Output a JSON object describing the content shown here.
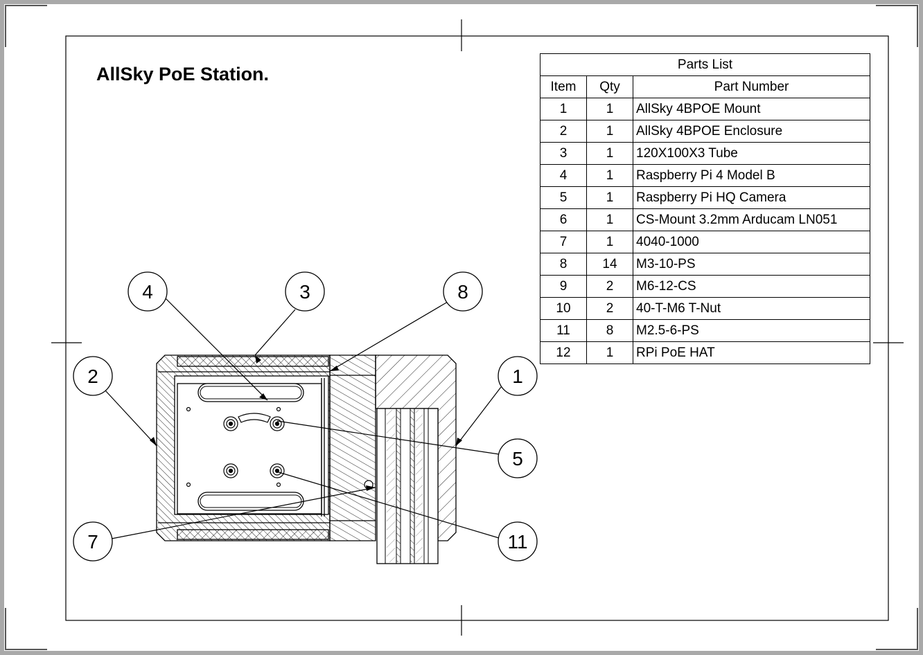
{
  "title": "AllSky PoE Station.",
  "parts_list": {
    "caption": "Parts List",
    "headers": {
      "item": "Item",
      "qty": "Qty",
      "part": "Part Number"
    },
    "rows": [
      {
        "item": "1",
        "qty": "1",
        "part": "AllSky 4BPOE Mount"
      },
      {
        "item": "2",
        "qty": "1",
        "part": "AllSky 4BPOE Enclosure"
      },
      {
        "item": "3",
        "qty": "1",
        "part": "120X100X3 Tube"
      },
      {
        "item": "4",
        "qty": "1",
        "part": "Raspberry Pi 4 Model B"
      },
      {
        "item": "5",
        "qty": "1",
        "part": "Raspberry Pi HQ Camera"
      },
      {
        "item": "6",
        "qty": "1",
        "part": "CS-Mount 3.2mm Arducam LN051"
      },
      {
        "item": "7",
        "qty": "1",
        "part": "4040-1000"
      },
      {
        "item": "8",
        "qty": "14",
        "part": "M3-10-PS"
      },
      {
        "item": "9",
        "qty": "2",
        "part": "M6-12-CS"
      },
      {
        "item": "10",
        "qty": "2",
        "part": "40-T-M6 T-Nut"
      },
      {
        "item": "11",
        "qty": "8",
        "part": "M2.5-6-PS"
      },
      {
        "item": "12",
        "qty": "1",
        "part": "RPi PoE HAT"
      }
    ]
  },
  "balloons": [
    "4",
    "3",
    "8",
    "2",
    "1",
    "5",
    "7",
    "11"
  ]
}
